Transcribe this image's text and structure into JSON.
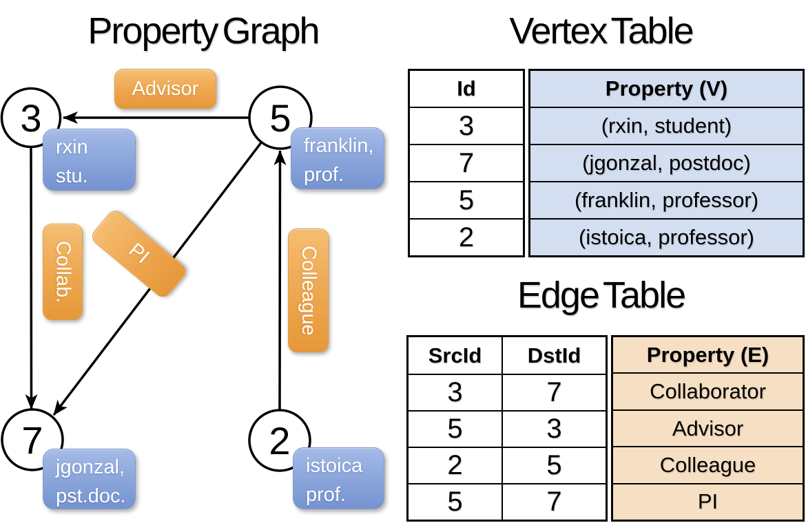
{
  "graph": {
    "title": "Property Graph",
    "nodes": [
      {
        "id": "3",
        "property_line1": "rxin",
        "property_line2": "stu."
      },
      {
        "id": "5",
        "property_line1": "franklin,",
        "property_line2": "prof."
      },
      {
        "id": "7",
        "property_line1": "jgonzal,",
        "property_line2": "pst.doc."
      },
      {
        "id": "2",
        "property_line1": "istoica",
        "property_line2": "prof."
      }
    ],
    "edge_labels": [
      {
        "label": "Advisor"
      },
      {
        "label": "Collab."
      },
      {
        "label": "PI"
      },
      {
        "label": "Colleague"
      }
    ]
  },
  "vertex_table": {
    "title": "Vertex Table",
    "headers": {
      "id": "Id",
      "property": "Property (V)"
    },
    "rows": [
      {
        "id": "3",
        "property": "(rxin, student)"
      },
      {
        "id": "7",
        "property": "(jgonzal, postdoc)"
      },
      {
        "id": "5",
        "property": "(franklin, professor)"
      },
      {
        "id": "2",
        "property": "(istoica, professor)"
      }
    ]
  },
  "edge_table": {
    "title": "Edge Table",
    "headers": {
      "src": "SrcId",
      "dst": "DstId",
      "property": "Property (E)"
    },
    "rows": [
      {
        "src": "3",
        "dst": "7",
        "property": "Collaborator"
      },
      {
        "src": "5",
        "dst": "3",
        "property": "Advisor"
      },
      {
        "src": "2",
        "dst": "5",
        "property": "Colleague"
      },
      {
        "src": "5",
        "dst": "7",
        "property": "PI"
      }
    ]
  },
  "colors": {
    "edge_label_orange": "#eda64e",
    "vertex_box_blue": "#8aa6db",
    "vertex_table_fill": "#d3def0",
    "edge_table_fill": "#f6dfc2",
    "line_black": "#000000"
  }
}
